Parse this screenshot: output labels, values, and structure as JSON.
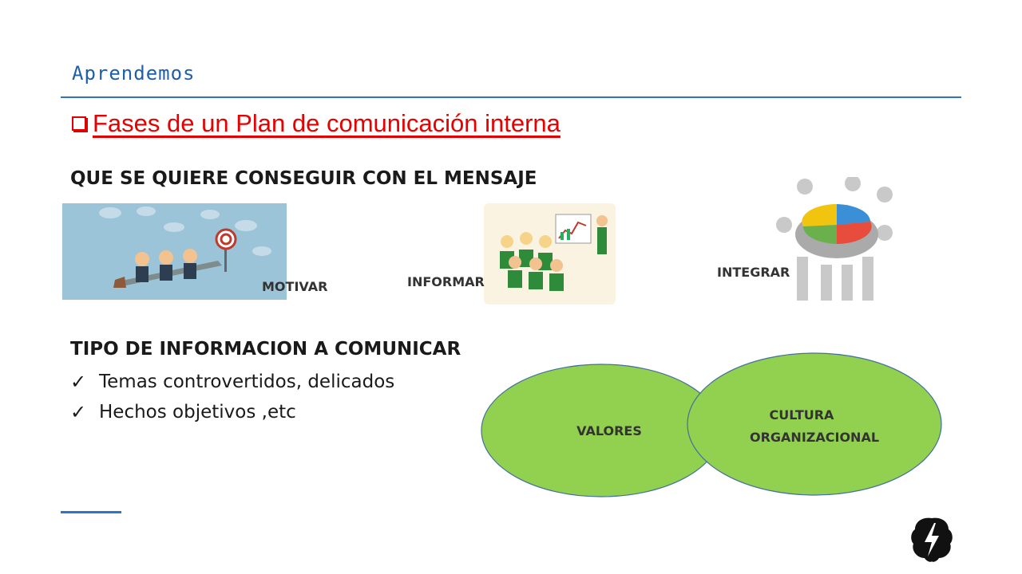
{
  "header": {
    "label": "Aprendemos"
  },
  "title": {
    "text": "Fases de un Plan de comunicación interna"
  },
  "section1": {
    "heading": "QUE SE QUIERE CONSEGUIR CON EL MENSAJE",
    "items": [
      {
        "label": "MOTIVAR",
        "icon": "team-pulling-arrow-target-illustration"
      },
      {
        "label": "INFORMAR",
        "icon": "presentation-audience-illustration"
      },
      {
        "label": "INTEGRAR",
        "icon": "people-holding-pie-chart-illustration"
      }
    ]
  },
  "section2": {
    "heading": "TIPO DE INFORMACION A COMUNICAR",
    "checklist": [
      "Temas controvertidos, delicados",
      "Hechos objetivos ,etc"
    ]
  },
  "diagram": {
    "left_ellipse": "VALORES",
    "right_ellipse_line1": "CULTURA",
    "right_ellipse_line2": "ORGANIZACIONAL",
    "fill_color": "#92d050",
    "stroke_color": "#41719c"
  },
  "colors": {
    "accent": "#2e75c6",
    "title": "#e60000"
  },
  "logo": {
    "icon": "brain-bolt-icon"
  }
}
